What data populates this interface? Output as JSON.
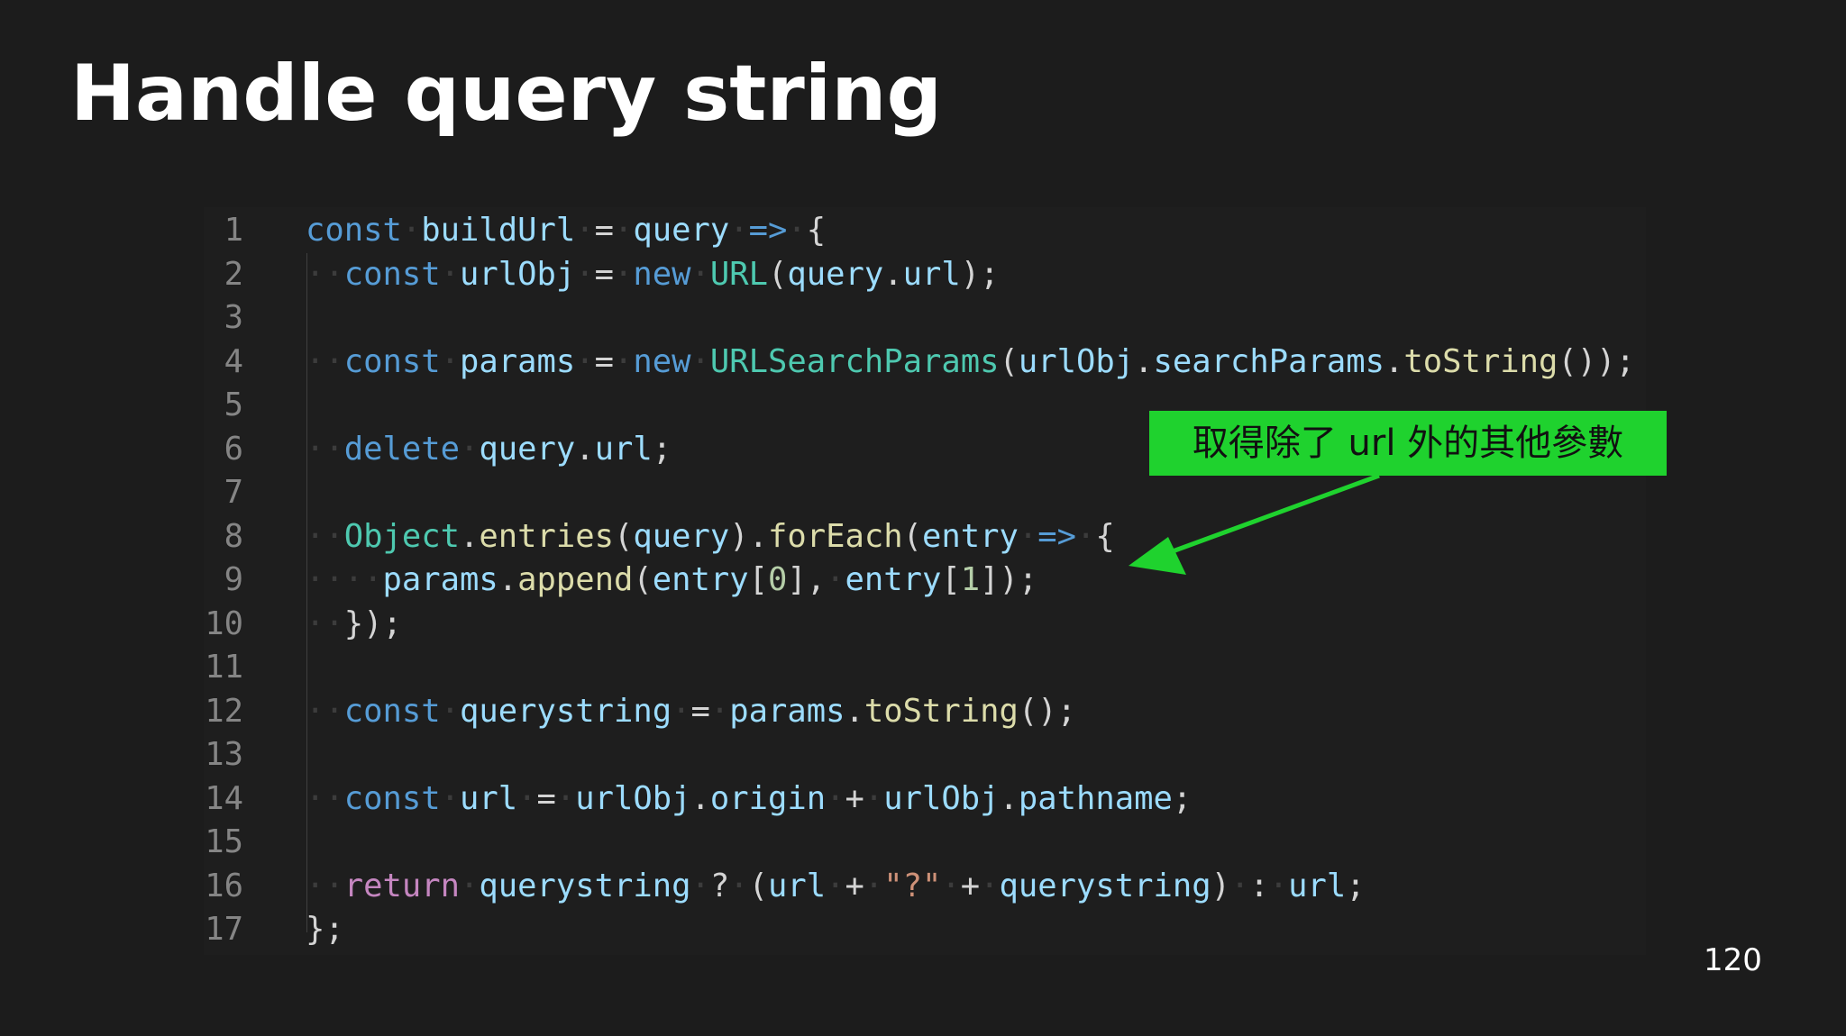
{
  "slide": {
    "title": "Handle query string",
    "page_number": "120"
  },
  "callout": {
    "text": "取得除了 url 外的其他參數",
    "color": "#1fd22e"
  },
  "code": {
    "language": "javascript",
    "lines": [
      {
        "n": "1",
        "text": "const buildUrl = query => {"
      },
      {
        "n": "2",
        "text": "  const urlObj = new URL(query.url);"
      },
      {
        "n": "3",
        "text": ""
      },
      {
        "n": "4",
        "text": "  const params = new URLSearchParams(urlObj.searchParams.toString());"
      },
      {
        "n": "5",
        "text": ""
      },
      {
        "n": "6",
        "text": "  delete query.url;"
      },
      {
        "n": "7",
        "text": ""
      },
      {
        "n": "8",
        "text": "  Object.entries(query).forEach(entry => {"
      },
      {
        "n": "9",
        "text": "    params.append(entry[0], entry[1]);"
      },
      {
        "n": "10",
        "text": "  });"
      },
      {
        "n": "11",
        "text": ""
      },
      {
        "n": "12",
        "text": "  const querystring = params.toString();"
      },
      {
        "n": "13",
        "text": ""
      },
      {
        "n": "14",
        "text": "  const url = urlObj.origin + urlObj.pathname;"
      },
      {
        "n": "15",
        "text": ""
      },
      {
        "n": "16",
        "text": "  return querystring ? (url + \"?\" + querystring) : url;"
      },
      {
        "n": "17",
        "text": "};"
      }
    ]
  }
}
